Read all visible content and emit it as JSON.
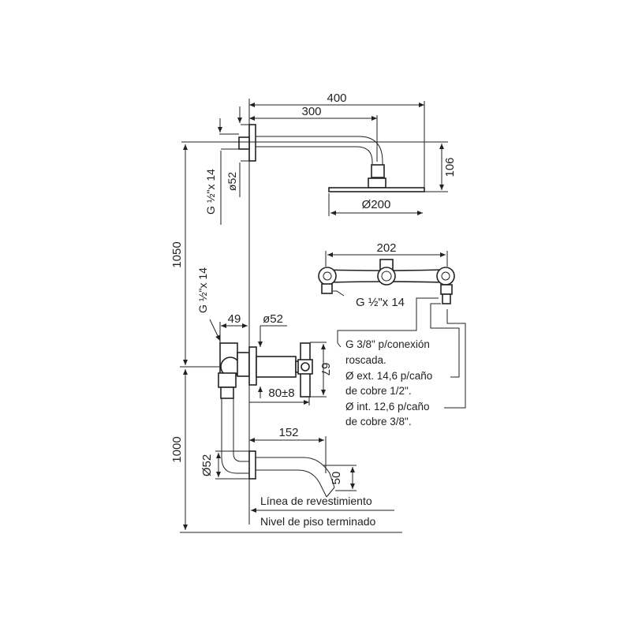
{
  "dimensions": {
    "arm_total": "400",
    "arm_projection": "300",
    "head_height": "106",
    "head_diameter": "Ø200",
    "wall_thread_top": "G ½\"x 14",
    "flange_top": "ø52",
    "height_upper": "1050",
    "height_lower": "1000",
    "wall_thread_mid": "G ½\"x 14",
    "offset_49": "49",
    "flange_mid": "ø52",
    "handle_67": "67",
    "depth_80": "80±8",
    "manifold_width": "202",
    "manifold_thread": "G ½\"x 14",
    "spout_length": "152",
    "spout_drop": "50",
    "spout_flange": "Ø52"
  },
  "notes": [
    "G 3/8\" p/conexión",
    "roscada.",
    "Ø ext. 14,6 p/caño",
    "de cobre 1/2\".",
    "Ø int. 12,6 p/caño",
    "de cobre 3/8\"."
  ],
  "labels": {
    "wall_line": "Línea de revestimiento",
    "floor_line": "Nivel de piso terminado"
  }
}
